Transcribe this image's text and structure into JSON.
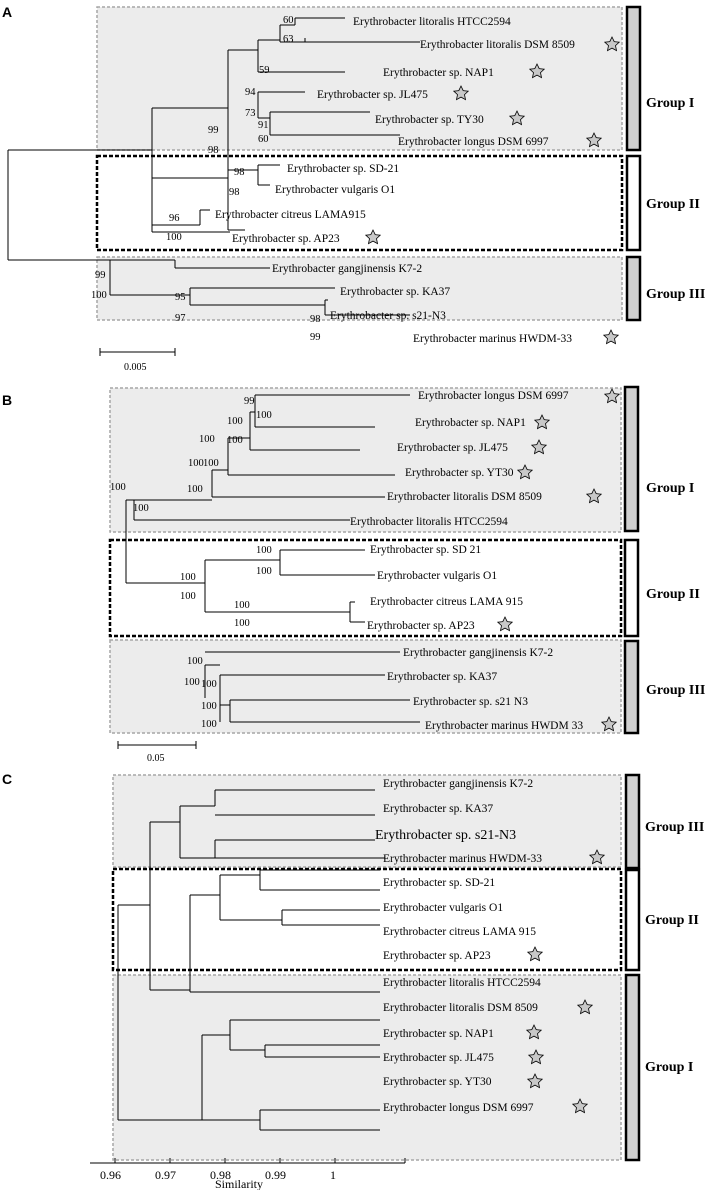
{
  "panels": [
    {
      "label": "A",
      "scale_label": "0.005",
      "taxa": [
        {
          "name": "Erythrobacter litoralis HTCC2594",
          "star": false
        },
        {
          "name": "Erythrobacter litoralis DSM 8509",
          "star": true
        },
        {
          "name": "Erythrobacter sp. NAP1",
          "star": true
        },
        {
          "name": "Erythrobacter sp. JL475",
          "star": true
        },
        {
          "name": "Erythrobacter sp. TY30",
          "star": true
        },
        {
          "name": "Erythrobacter longus DSM 6997",
          "star": true
        },
        {
          "name": "Erythrobacter sp. SD-21",
          "star": false
        },
        {
          "name": "Erythrobacter vulgaris O1",
          "star": false
        },
        {
          "name": "Erythrobacter citreus LAMA915",
          "star": false
        },
        {
          "name": "Erythrobacter sp. AP23",
          "star": true
        },
        {
          "name": "Erythrobacter gangjinensis K7-2",
          "star": false
        },
        {
          "name": "Erythrobacter sp. KA37",
          "star": false
        },
        {
          "name": "Erythrobacter sp. s21-N3",
          "star": false
        },
        {
          "name": "Erythrobacter marinus HWDM-33",
          "star": true
        }
      ],
      "bootstrap": [
        "60",
        "63",
        "59",
        "94",
        "73",
        "91",
        "60",
        "99",
        "98",
        "98",
        "98",
        "96",
        "100",
        "99",
        "100",
        "95",
        "97",
        "98",
        "99"
      ],
      "groups": [
        "Group I",
        "Group II",
        "Group III"
      ]
    },
    {
      "label": "B",
      "scale_label": "0.05",
      "taxa": [
        {
          "name": "Erythrobacter longus DSM 6997",
          "star": true
        },
        {
          "name": "Erythrobacter sp. NAP1",
          "star": true
        },
        {
          "name": "Erythrobacter sp. JL475",
          "star": true
        },
        {
          "name": "Erythrobacter sp. YT30",
          "star": true
        },
        {
          "name": "Erythrobacter litoralis DSM 8509",
          "star": true
        },
        {
          "name": "Erythrobacter litoralis HTCC2594",
          "star": false
        },
        {
          "name": "Erythrobacter sp. SD 21",
          "star": false
        },
        {
          "name": "Erythrobacter vulgaris O1",
          "star": false
        },
        {
          "name": "Erythrobacter citreus LAMA 915",
          "star": false
        },
        {
          "name": "Erythrobacter sp. AP23",
          "star": true
        },
        {
          "name": "Erythrobacter gangjinensis K7-2",
          "star": false
        },
        {
          "name": "Erythrobacter sp. KA37",
          "star": false
        },
        {
          "name": "Erythrobacter sp. s21 N3",
          "star": false
        },
        {
          "name": "Erythrobacter marinus HWDM 33",
          "star": true
        }
      ],
      "bootstrap": [
        "99",
        "100",
        "100",
        "100",
        "100",
        "100",
        "100",
        "100",
        "100",
        "100",
        "100",
        "100",
        "100",
        "100",
        "100",
        "100",
        "100",
        "100"
      ],
      "groups": [
        "Group I",
        "Group II",
        "Group III"
      ]
    },
    {
      "label": "C",
      "taxa": [
        {
          "name": "Erythrobacter gangjinensis K7-2",
          "star": false
        },
        {
          "name": "Erythrobacter sp. KA37",
          "star": false
        },
        {
          "name": "Erythrobacter sp. s21-N3",
          "star": false
        },
        {
          "name": "Erythrobacter marinus HWDM-33",
          "star": true
        },
        {
          "name": "Erythrobacter sp. SD-21",
          "star": false
        },
        {
          "name": "Erythrobacter vulgaris O1",
          "star": false
        },
        {
          "name": "Erythrobacter citreus LAMA 915",
          "star": false
        },
        {
          "name": "Erythrobacter sp. AP23",
          "star": true
        },
        {
          "name": "Erythrobacter litoralis HTCC2594",
          "star": false
        },
        {
          "name": "Erythrobacter litoralis DSM 8509",
          "star": true
        },
        {
          "name": "Erythrobacter sp. NAP1",
          "star": true
        },
        {
          "name": "Erythrobacter sp. JL475",
          "star": true
        },
        {
          "name": "Erythrobacter sp. YT30",
          "star": true
        },
        {
          "name": "Erythrobacter longus DSM 6997",
          "star": true
        }
      ],
      "groups": [
        "Group III",
        "Group II",
        "Group I"
      ],
      "axis": {
        "label": "Similarity",
        "ticks": [
          "0.96",
          "0.97",
          "0.98",
          "0.99",
          "1"
        ]
      }
    }
  ],
  "colors": {
    "group_fill": "#ececec",
    "star_fill": "#c8c8c8",
    "line": "#000000"
  }
}
